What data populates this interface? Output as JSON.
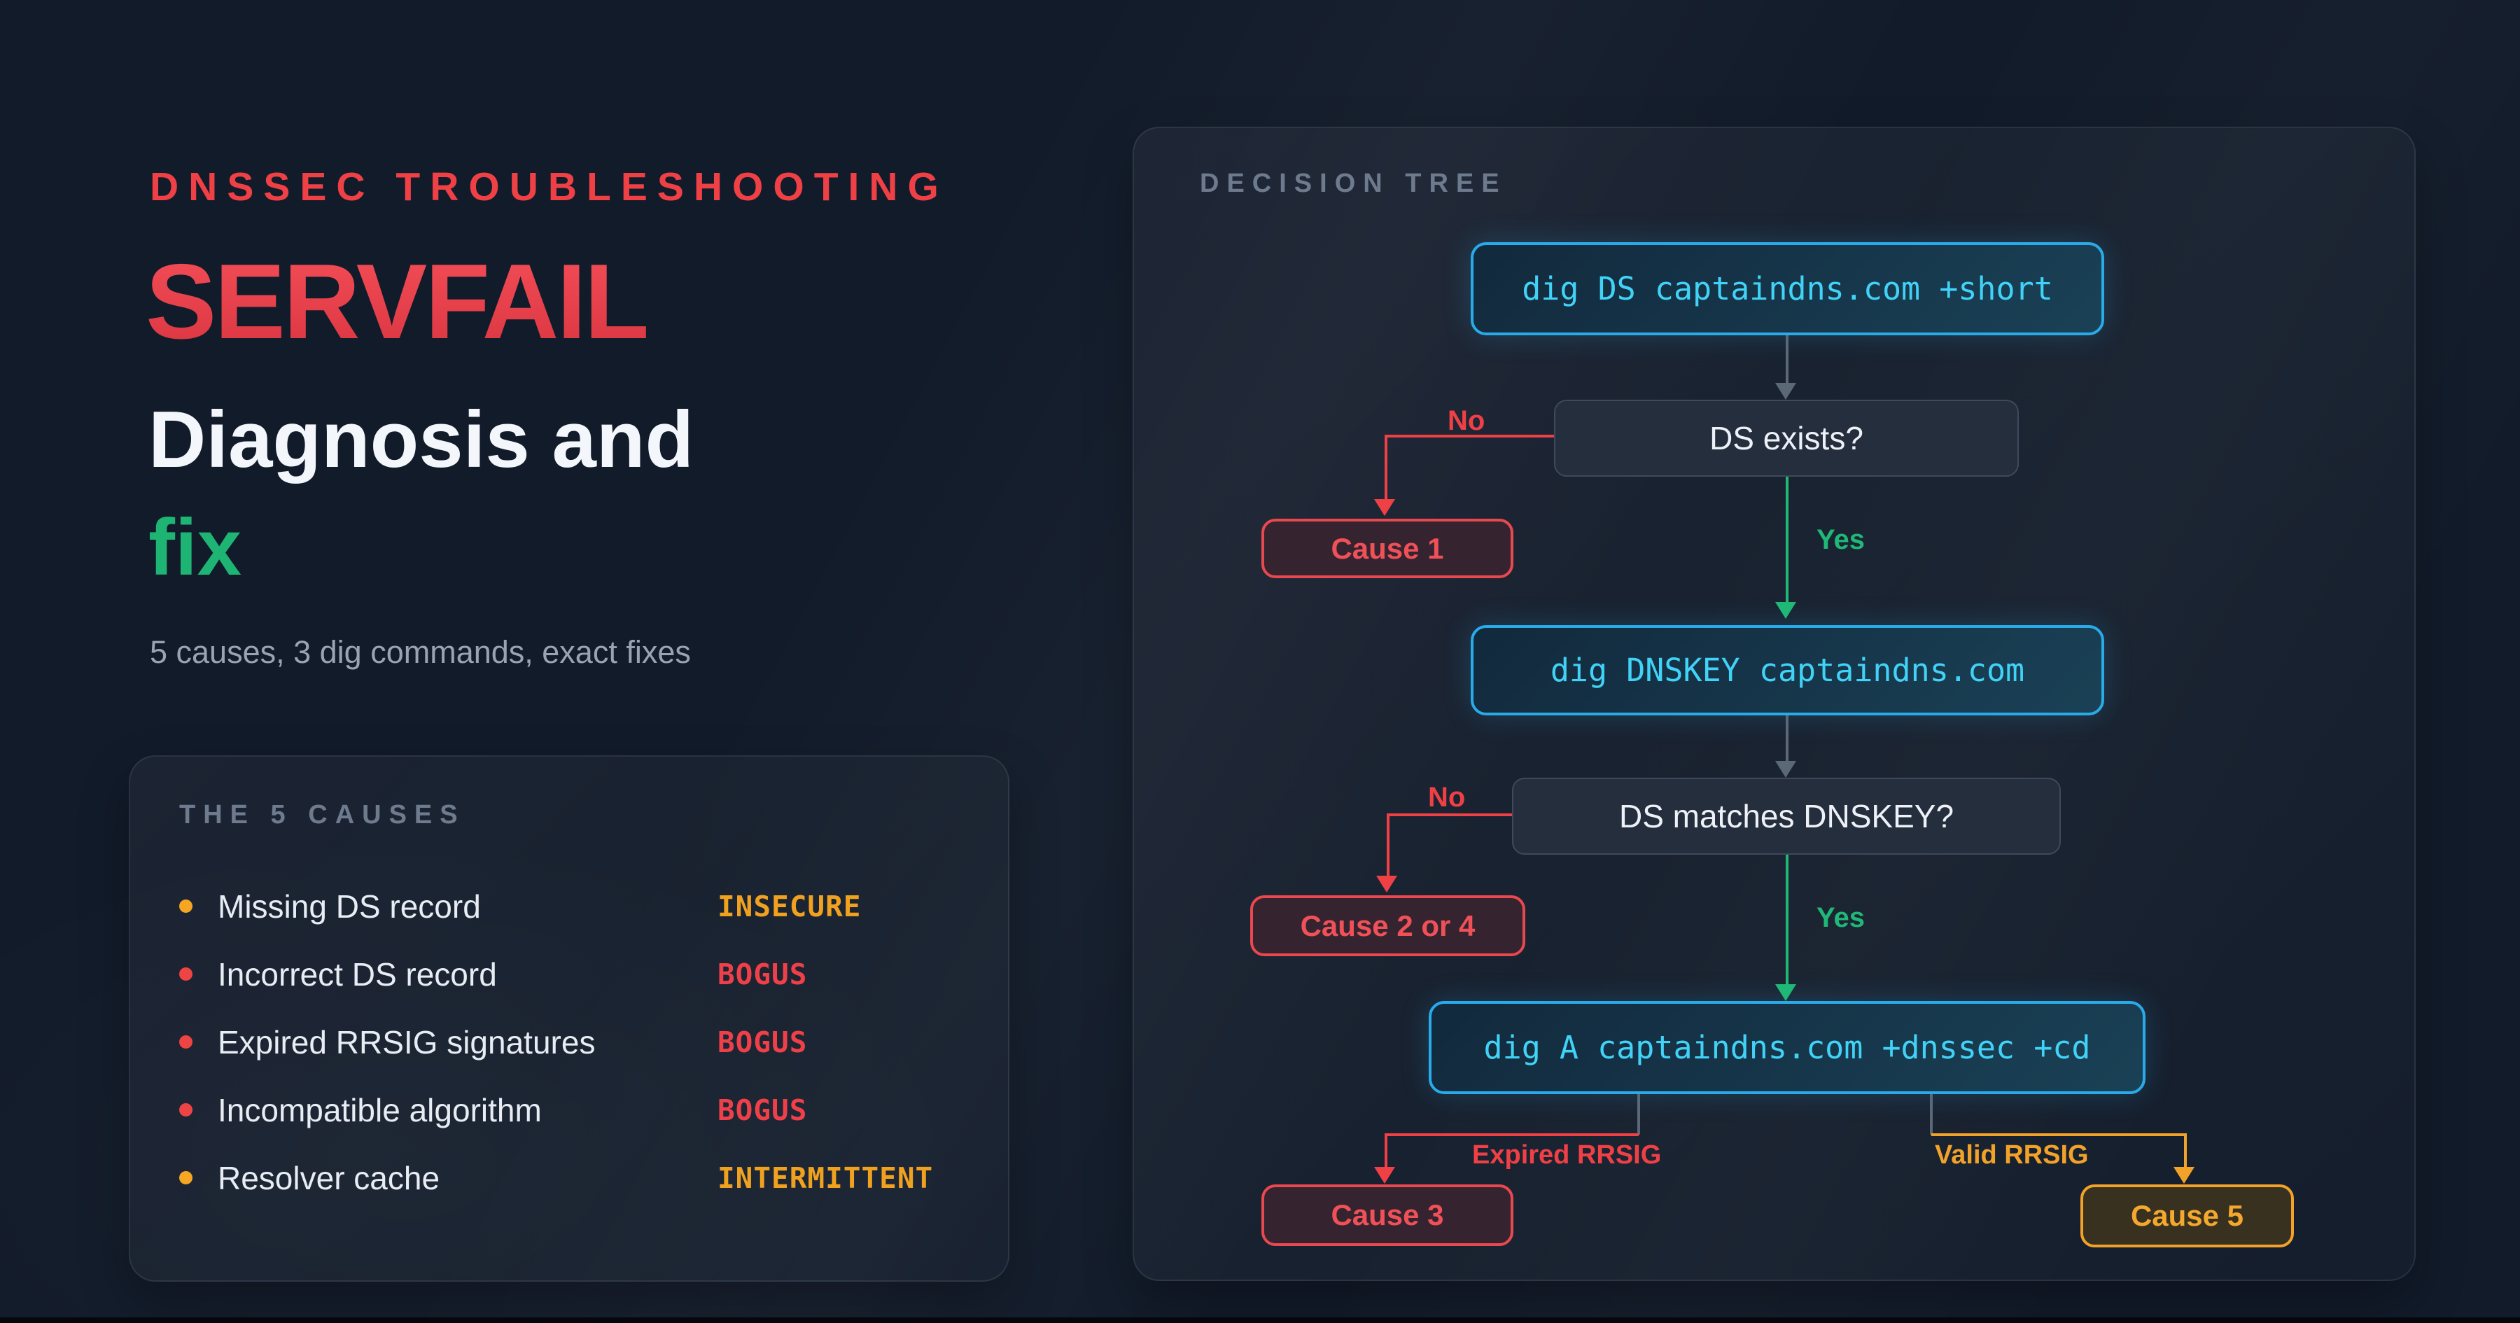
{
  "colors": {
    "background": "#121b2a",
    "accent_red": "#ef4046",
    "accent_green": "#1eb574",
    "accent_cyan_border": "#2aabe9",
    "accent_cyan_text": "#41d3f7",
    "accent_amber": "#f2a229",
    "badge_amber": "#f0a11f",
    "badge_red": "#ef4049",
    "text_primary": "#eef2f8",
    "text_muted": "#99a3b3",
    "section_heading": "#6e7b8e"
  },
  "header": {
    "eyebrow": "DNSSEC TROUBLESHOOTING",
    "title": "SERVFAIL",
    "subtitle_line1": "Diagnosis and",
    "subtitle_line2": "fix",
    "tagline": "5 causes, 3 dig commands, exact fixes"
  },
  "causes_card": {
    "heading": "THE 5 CAUSES",
    "items": [
      {
        "label": "Missing DS record",
        "badge": "INSECURE",
        "severity": "amber"
      },
      {
        "label": "Incorrect DS record",
        "badge": "BOGUS",
        "severity": "red"
      },
      {
        "label": "Expired RRSIG signatures",
        "badge": "BOGUS",
        "severity": "red"
      },
      {
        "label": "Incompatible algorithm",
        "badge": "BOGUS",
        "severity": "red"
      },
      {
        "label": "Resolver cache",
        "badge": "INTERMITTENT",
        "severity": "amber"
      }
    ]
  },
  "tree": {
    "heading": "DECISION TREE",
    "cmd1": "dig DS captaindns.com +short",
    "q1": "DS exists?",
    "no1": "No",
    "yes1": "Yes",
    "cause1": "Cause 1",
    "cmd2": "dig DNSKEY captaindns.com",
    "q2": "DS matches DNSKEY?",
    "no2": "No",
    "yes2": "Yes",
    "cause24": "Cause 2 or 4",
    "cmd3": "dig A captaindns.com +dnssec +cd",
    "expired_label": "Expired RRSIG",
    "valid_label": "Valid RRSIG",
    "cause3": "Cause 3",
    "cause5": "Cause 5"
  }
}
